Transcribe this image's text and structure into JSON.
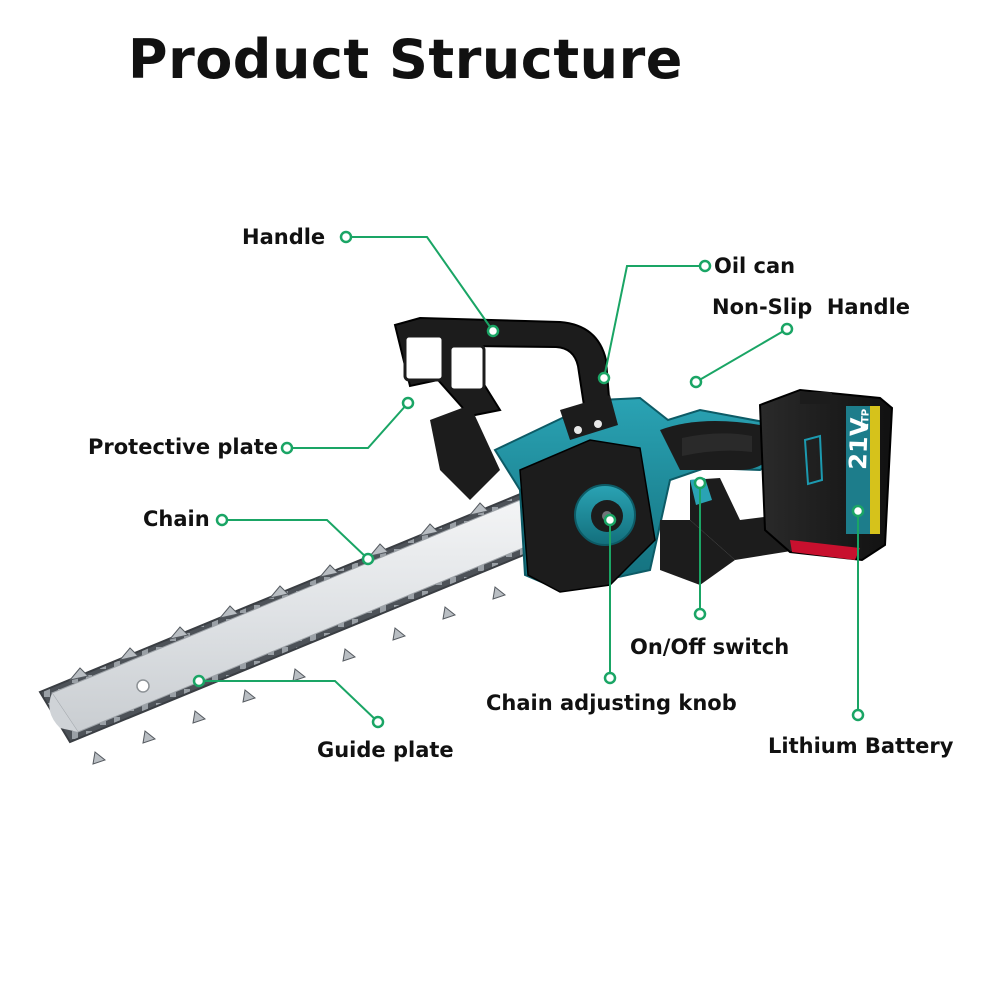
{
  "title": "Product Structure",
  "labels": {
    "handle": "Handle",
    "oil_can": "Oil can",
    "non_slip_handle": "Non-Slip  Handle",
    "protective_plate": "Protective plate",
    "chain": "Chain",
    "on_off_switch": "On/Off switch",
    "chain_adjusting_knob": "Chain adjusting knob",
    "guide_plate": "Guide plate",
    "lithium_battery": "Lithium Battery"
  },
  "battery": {
    "voltage": "21V",
    "brand": "ETP"
  },
  "colors": {
    "callout": "#1aa565",
    "body": "#1f8fa0",
    "body_dark": "#0f6470",
    "plastic": "#1c1c1c",
    "bar": "#e4e6e8",
    "chain": "#5a5f66",
    "battery_accent": "#d6c21b",
    "battery_red": "#c8102e"
  }
}
